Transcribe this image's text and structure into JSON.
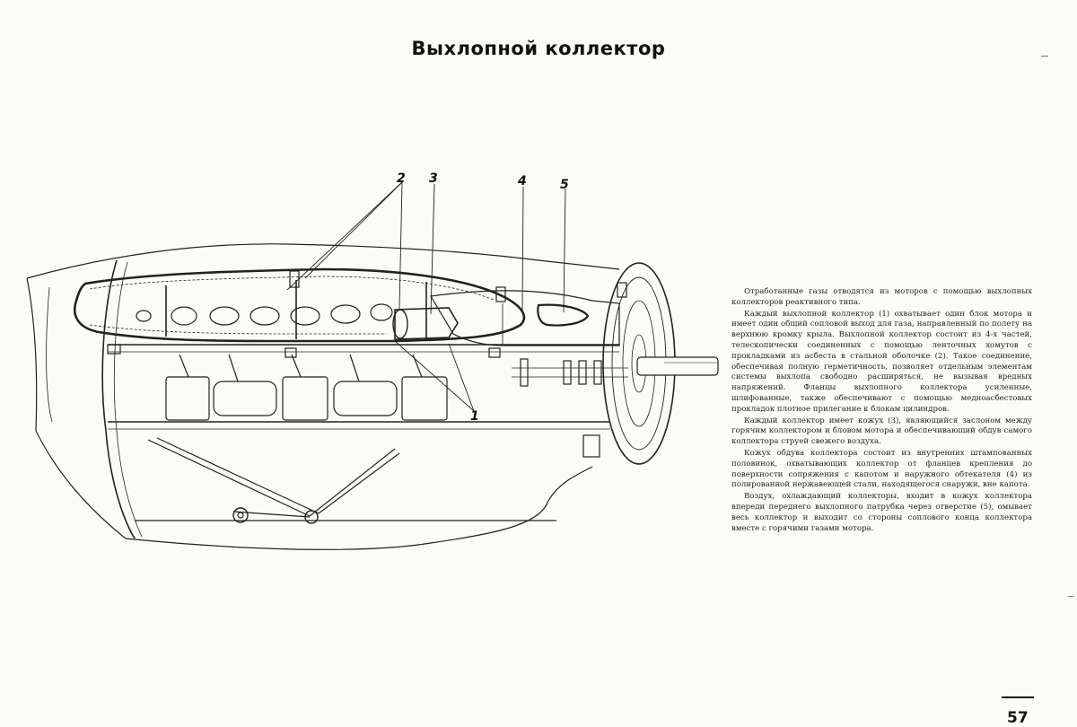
{
  "page": {
    "title": "Выхлопной коллектор",
    "page_number": "57"
  },
  "figure": {
    "callouts": [
      {
        "id": "callout-1",
        "label": "1"
      },
      {
        "id": "callout-2",
        "label": "2"
      },
      {
        "id": "callout-3",
        "label": "3"
      },
      {
        "id": "callout-4",
        "label": "4"
      },
      {
        "id": "callout-5",
        "label": "5"
      }
    ]
  },
  "text": {
    "paragraphs": [
      "Отработанные газы отводятся из моторов с помощью выхлопных коллекторов реактивного типа.",
      "Каждый выхлопной коллектор (1) охватывает один блок мотора и имеет один общий сопловой выход для газа, направленный по полету на верхнюю кромку крыла. Выхлопной коллектор состоит из 4-х частей, телескопически соединенных с помощью ленточных хомутов с прокладками из асбеста в стальной оболочке (2). Такое соединение, обеспечивая полную герметичность, позволяет отдельным элементам системы выхлопа свободно расширяться, не вызывая вредных напряжений. Фланцы выхлопного коллектора усиленные, шлифованные, также обеспечивают с помощью медноасбестовых прокладок плотное прилегание к блокам цилиндров.",
      "Каждый коллектор имеет кожух (3), являющийся заслоном между горячим коллектором и бловом мотора и обеспечивающий обдув самого коллектора струей свежего воздуха.",
      "Кожух обдува коллектора состоит из внутренних штампованных половинок, охватывающих коллектор от фланцев крепления до поверхности сопряжения с капотом и наружного обтекателя (4) из полированной нержавеющей стали, находящегося снаружи, вне капота.",
      "Воздух, охлаждающий коллекторы, входит в кожух коллектора впереди переднего выхлопного патрубка через отверстие (5), омывает весь коллектор и выходит со стороны соплового конца коллектора вместе с горячими газами мотора."
    ]
  }
}
